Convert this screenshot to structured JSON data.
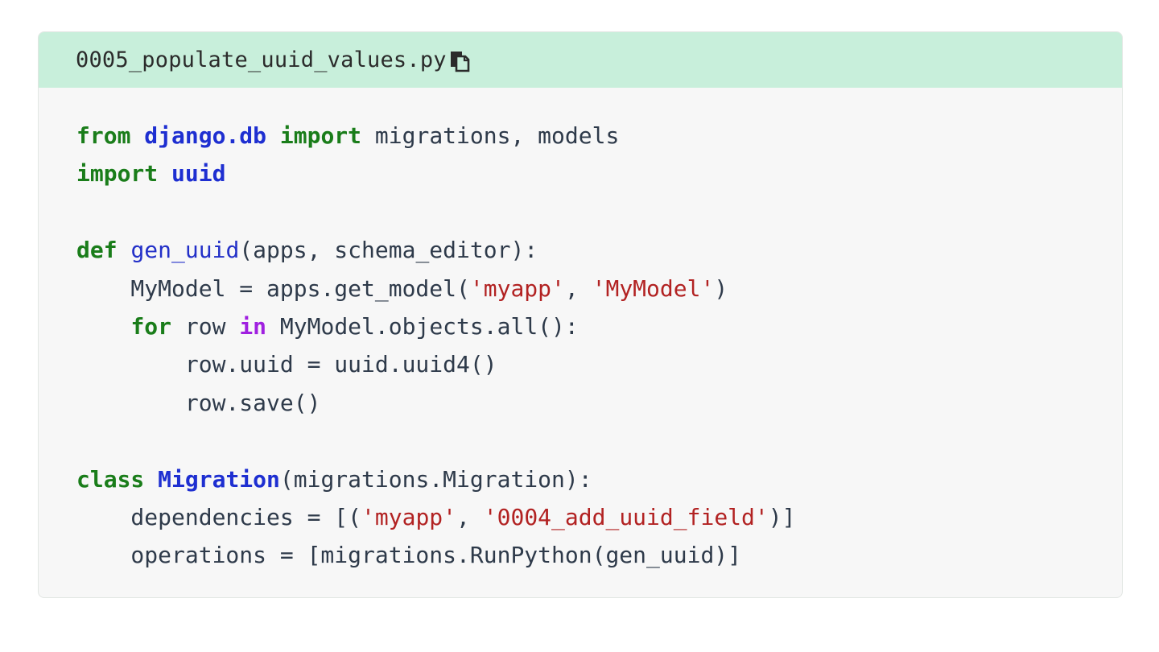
{
  "file": {
    "name": "0005_populate_uuid_values.py",
    "copy_icon": "copy-icon"
  },
  "colors": {
    "header_bg": "#c8efdb",
    "body_bg": "#f7f7f7",
    "keyword": "#1a7d1a",
    "module": "#1e2fd1",
    "in_keyword": "#a020e0",
    "function": "#2330c8",
    "string": "#b22222",
    "text": "#2e3a4a"
  },
  "code": {
    "lines": [
      [
        {
          "t": "kw",
          "v": "from"
        },
        {
          "t": "txt",
          "v": " "
        },
        {
          "t": "mod",
          "v": "django.db"
        },
        {
          "t": "txt",
          "v": " "
        },
        {
          "t": "kw",
          "v": "import"
        },
        {
          "t": "txt",
          "v": " migrations, models"
        }
      ],
      [
        {
          "t": "kw",
          "v": "import"
        },
        {
          "t": "txt",
          "v": " "
        },
        {
          "t": "mod",
          "v": "uuid"
        }
      ],
      [],
      [
        {
          "t": "kw",
          "v": "def"
        },
        {
          "t": "txt",
          "v": " "
        },
        {
          "t": "fn",
          "v": "gen_uuid"
        },
        {
          "t": "txt",
          "v": "(apps, schema_editor):"
        }
      ],
      [
        {
          "t": "txt",
          "v": "    MyModel = apps.get_model("
        },
        {
          "t": "str",
          "v": "'myapp'"
        },
        {
          "t": "txt",
          "v": ", "
        },
        {
          "t": "str",
          "v": "'MyModel'"
        },
        {
          "t": "txt",
          "v": ")"
        }
      ],
      [
        {
          "t": "txt",
          "v": "    "
        },
        {
          "t": "kw",
          "v": "for"
        },
        {
          "t": "txt",
          "v": " row "
        },
        {
          "t": "op-kw",
          "v": "in"
        },
        {
          "t": "txt",
          "v": " MyModel.objects.all():"
        }
      ],
      [
        {
          "t": "txt",
          "v": "        row.uuid = uuid.uuid4()"
        }
      ],
      [
        {
          "t": "txt",
          "v": "        row.save()"
        }
      ],
      [],
      [
        {
          "t": "kw",
          "v": "class"
        },
        {
          "t": "txt",
          "v": " "
        },
        {
          "t": "cls",
          "v": "Migration"
        },
        {
          "t": "txt",
          "v": "(migrations.Migration):"
        }
      ],
      [
        {
          "t": "txt",
          "v": "    dependencies = [("
        },
        {
          "t": "str",
          "v": "'myapp'"
        },
        {
          "t": "txt",
          "v": ", "
        },
        {
          "t": "str",
          "v": "'0004_add_uuid_field'"
        },
        {
          "t": "txt",
          "v": ")]"
        }
      ],
      [
        {
          "t": "txt",
          "v": "    operations = [migrations.RunPython(gen_uuid)]"
        }
      ]
    ]
  }
}
